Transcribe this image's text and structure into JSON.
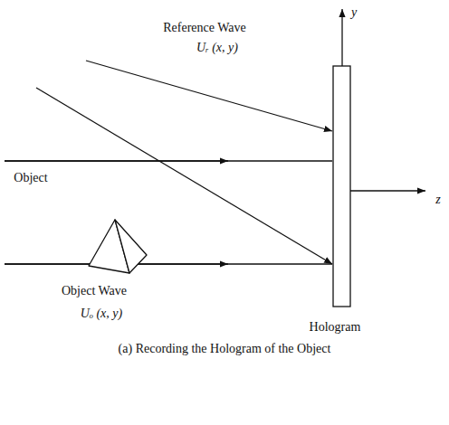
{
  "diagram": {
    "caption": "(a) Recording the Hologram of the Object",
    "labels": [
      "y",
      "Reference Wave",
      "Uᵣ (x, y)",
      "Object",
      "Object Wave",
      "Uₒ (x, y)",
      "Hologram",
      "z"
    ]
  }
}
